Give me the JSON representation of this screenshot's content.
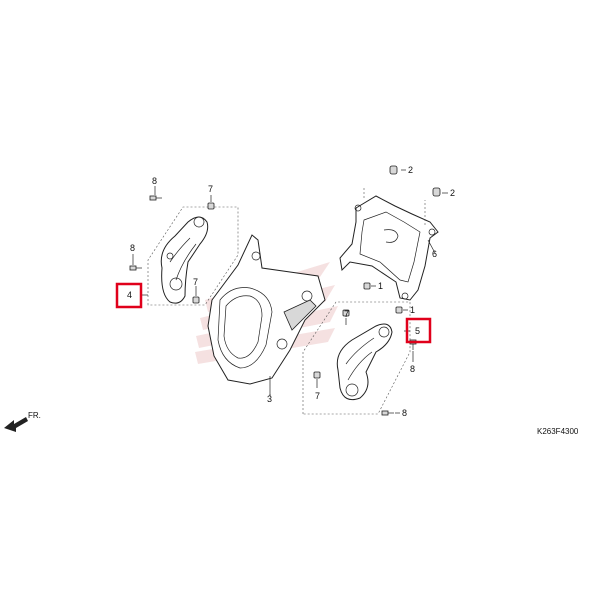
{
  "diagram": {
    "code": "K263F4300",
    "front_label": "FR.",
    "callouts": [
      {
        "id": "c1",
        "text": "1"
      },
      {
        "id": "c2a",
        "text": "2"
      },
      {
        "id": "c2b",
        "text": "2"
      },
      {
        "id": "c3",
        "text": "3"
      },
      {
        "id": "c4",
        "text": "4",
        "highlighted": true
      },
      {
        "id": "c5",
        "text": "5",
        "highlighted": true
      },
      {
        "id": "c6",
        "text": "6"
      },
      {
        "id": "c7a",
        "text": "7"
      },
      {
        "id": "c7b",
        "text": "7"
      },
      {
        "id": "c7c",
        "text": "7"
      },
      {
        "id": "c8a",
        "text": "8"
      },
      {
        "id": "c8b",
        "text": "8"
      },
      {
        "id": "c8c",
        "text": "8"
      },
      {
        "id": "c8d",
        "text": "8"
      }
    ],
    "highlight_color": "#e0001b",
    "watermark_color": "#f2d6d6"
  }
}
